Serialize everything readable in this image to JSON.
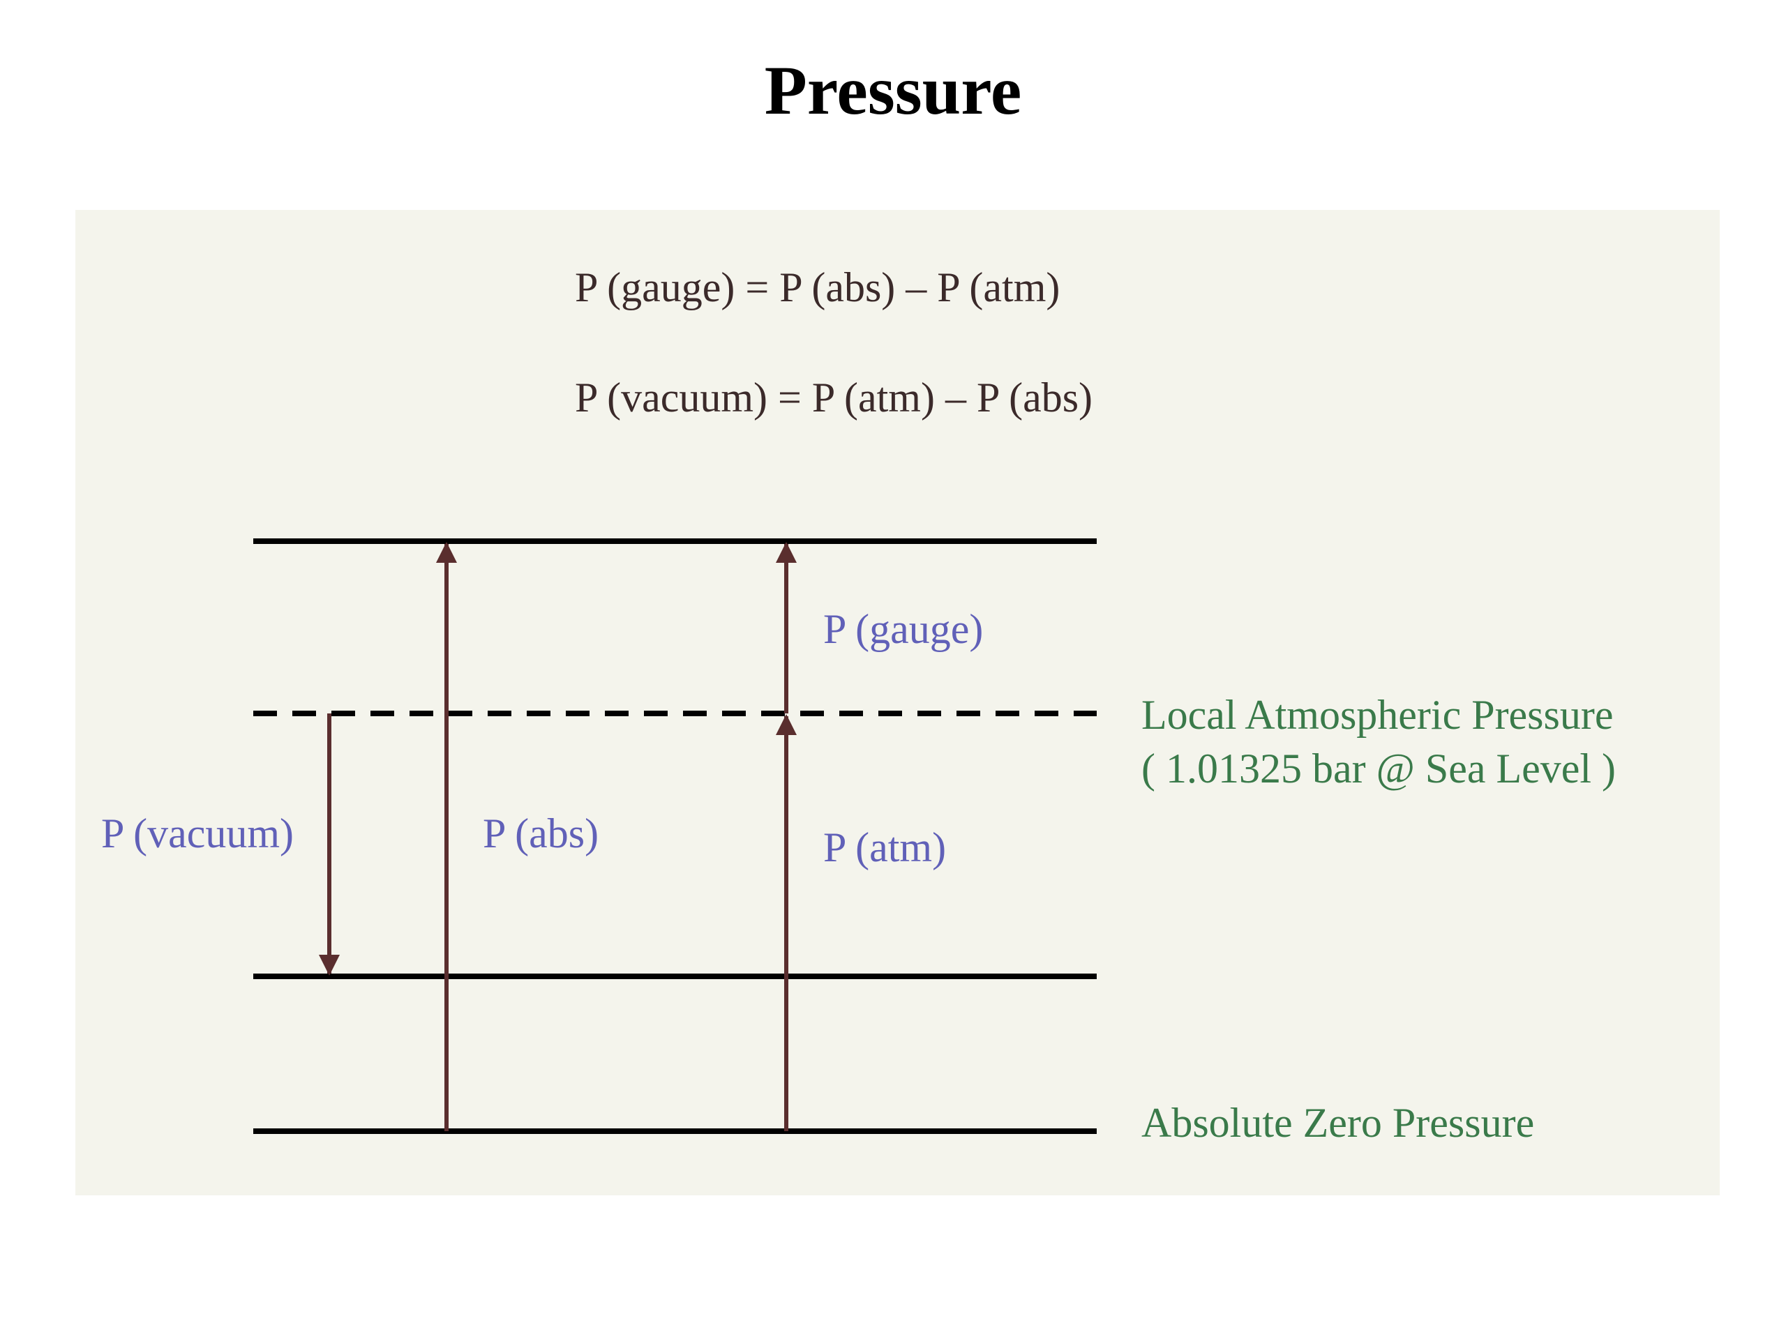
{
  "title": "Pressure",
  "equations": {
    "gauge": "P (gauge) = P (abs) – P (atm)",
    "vacuum": "P (vacuum) = P (atm) – P (abs)"
  },
  "quantity_labels": {
    "gauge": "P (gauge)",
    "vacuum": "P (vacuum)",
    "abs": "P (abs)",
    "atm": "P (atm)"
  },
  "level_labels": {
    "atmospheric_line1": "Local Atmospheric Pressure",
    "atmospheric_line2": "( 1.01325 bar @ Sea Level )",
    "absolute_zero": "Absolute Zero Pressure"
  },
  "colors": {
    "panel_background": "#f4f4ec",
    "level_lines": "#000000",
    "arrows": "#5a2e2e",
    "equations": "#3b2a2a",
    "quantity_labels": "#6060b8",
    "level_labels": "#3a7a4a"
  }
}
